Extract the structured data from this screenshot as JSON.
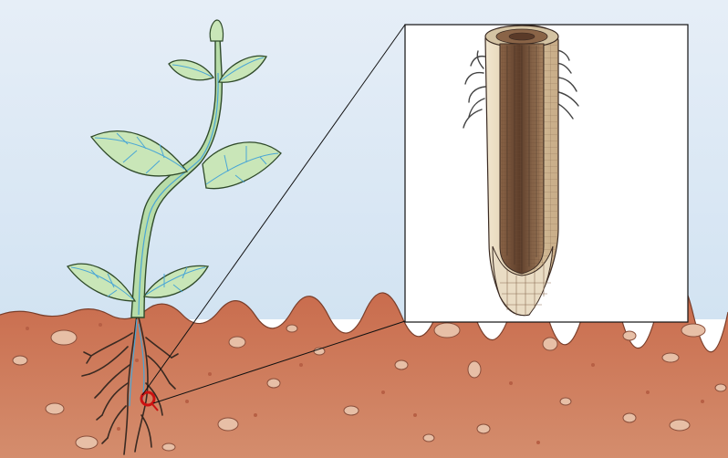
{
  "scene": {
    "colors": {
      "sky_top": "#e6eef7",
      "sky_bottom": "#d2e3f2",
      "soil_top": "#c8694a",
      "soil_bottom": "#d48d6d",
      "leaf_fill": "#c9e6b8",
      "leaf_vein": "#4aa6d6",
      "stem_fill": "#b7dca8",
      "root_dark": "#3a2a22",
      "pebble": "#e7bfa6",
      "magnifier_ring": "#cc1111",
      "inset_background": "#ffffff",
      "root_tissue_light": "#e9dcc4",
      "root_tissue_mid": "#b89b79",
      "root_tissue_dark": "#6d4a32"
    },
    "elements": {
      "plant": "seedling-with-leaves",
      "roots": "branching-root-system",
      "magnifier": "red-circle-marker",
      "inset": "root-tip-cross-section"
    }
  }
}
